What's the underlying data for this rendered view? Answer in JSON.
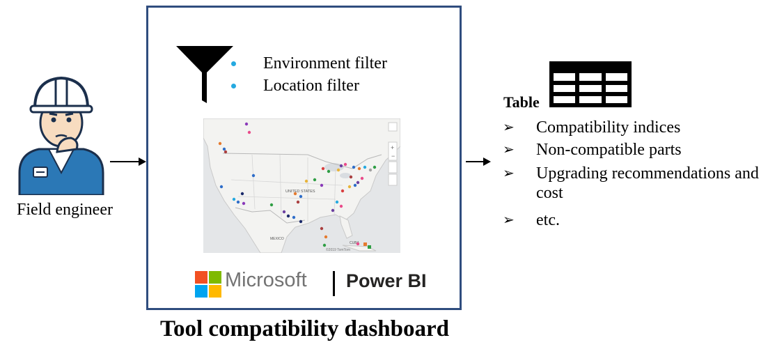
{
  "engineer": {
    "label": "Field engineer",
    "icon": "field-engineer-icon"
  },
  "dashboard": {
    "title": "Tool compatibility dashboard",
    "frame_color": "#2f4d7e",
    "filters": [
      "Environment filter",
      "Location filter"
    ],
    "filter_bullet_color": "#25a9e0",
    "map": {
      "labels": {
        "country": "UNITED STATES",
        "mexico": "MEXICO",
        "cuba": "CUBA",
        "copyright": "©2019 TomTom"
      }
    },
    "brand": {
      "company": "Microsoft",
      "product": "Power BI"
    }
  },
  "table": {
    "heading": "Table",
    "items": [
      "Compatibility indices",
      "Non-compatible parts",
      "Upgrading recommendations and cost",
      "etc."
    ],
    "bullet": "➢"
  }
}
